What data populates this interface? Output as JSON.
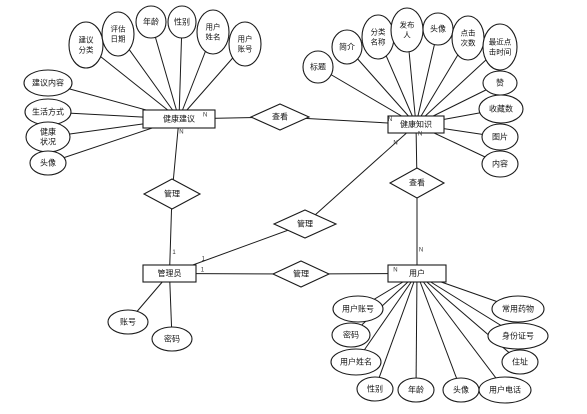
{
  "entities": [
    {
      "id": "advice",
      "label": "健康建议"
    },
    {
      "id": "knowledge",
      "label": "健康知识"
    },
    {
      "id": "admin",
      "label": "管理员"
    },
    {
      "id": "user",
      "label": "用户"
    }
  ],
  "relationships": [
    {
      "id": "r-advice-knowledge",
      "label": "查看"
    },
    {
      "id": "r-admin-advice",
      "label": "管理"
    },
    {
      "id": "r-admin-knowledge",
      "label": "管理"
    },
    {
      "id": "r-admin-user",
      "label": "管理"
    },
    {
      "id": "r-user-knowledge",
      "label": "查看"
    }
  ],
  "attributes": {
    "advice": [
      "建议分类",
      "评估日期",
      "年龄",
      "性别",
      "用户姓名",
      "用户账号",
      "建议内容",
      "生活方式",
      "健康状况",
      "头像"
    ],
    "knowledge": [
      "标题",
      "简介",
      "分类名称",
      "发布人",
      "头像",
      "点击次数",
      "最近点击时间",
      "赞",
      "收藏数",
      "图片",
      "内容"
    ],
    "admin": [
      "账号",
      "密码"
    ],
    "user": [
      "用户账号",
      "密码",
      "用户姓名",
      "性别",
      "年龄",
      "头像",
      "用户电话",
      "住址",
      "身份证号",
      "常用药物"
    ]
  },
  "cardinality": {
    "one": "1",
    "many": "N"
  }
}
